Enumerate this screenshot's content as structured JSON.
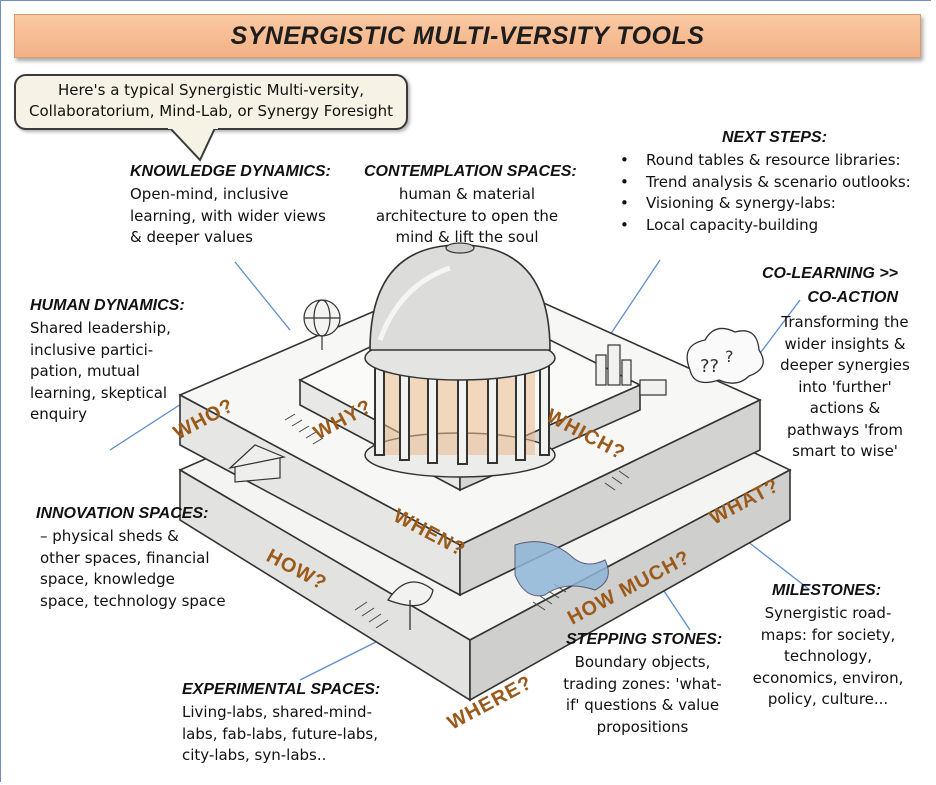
{
  "title": "SYNERGISTIC MULTI-VERSITY TOOLS",
  "callout": {
    "line1": "Here's a typical Synergistic Multi-versity,",
    "line2": "Collaboratorium, Mind-Lab, or Synergy Foresight"
  },
  "knowledge_dynamics": {
    "heading": "KNOWLEDGE DYNAMICS:",
    "lines": [
      "Open-mind, inclusive",
      "learning, with wider views",
      "& deeper values"
    ]
  },
  "contemplation_spaces": {
    "heading": "CONTEMPLATION SPACES:",
    "lines": [
      "human & material",
      "architecture to open the",
      "mind & lift the soul"
    ]
  },
  "next_steps": {
    "heading": "NEXT STEPS:",
    "items": [
      "Round tables & resource libraries:",
      "Trend analysis & scenario outlooks:",
      "Visioning & synergy-labs:",
      "Local capacity-building"
    ]
  },
  "human_dynamics": {
    "heading": "HUMAN DYNAMICS:",
    "lines": [
      "Shared leadership,",
      "inclusive partici-",
      "pation, mutual",
      "learning, skeptical",
      "enquiry"
    ]
  },
  "co_learning": {
    "heading1": "CO-LEARNING >>",
    "heading2": "CO-ACTION",
    "lines": [
      "Transforming the",
      "wider insights &",
      "deeper synergies",
      "into 'further'",
      "actions &",
      "pathways 'from",
      "smart to wise'"
    ]
  },
  "innovation_spaces": {
    "heading": "INNOVATION SPACES:",
    "lines": [
      "– physical sheds &",
      "other spaces, financial",
      "space, knowledge",
      "space, technology space"
    ]
  },
  "milestones": {
    "heading": "MILESTONES:",
    "lines": [
      "Synergistic road-",
      "maps:  for society,",
      "technology,",
      "economics, environ,",
      "policy, culture..."
    ]
  },
  "stepping_stones": {
    "heading": "STEPPING STONES:",
    "lines": [
      "Boundary objects,",
      "trading zones: 'what-",
      "if' questions & value",
      "propositions"
    ]
  },
  "experimental_spaces": {
    "heading": "EXPERIMENTAL SPACES:",
    "lines": [
      "Living-labs, shared-mind-",
      "labs, fab-labs, future-labs,",
      "city-labs, syn-labs.."
    ]
  },
  "question_labels": {
    "who": "WHO?",
    "why": "WHY?",
    "which": "WHICH?",
    "how": "HOW?",
    "when": "WHEN?",
    "what": "WHAT?",
    "how_much": "HOW MUCH?",
    "where": "WHERE?"
  },
  "colors": {
    "banner": "#f3b184",
    "callout": "#f6f3e6",
    "question_label": "#9c5a1a",
    "connector": "#5b8ccc"
  }
}
